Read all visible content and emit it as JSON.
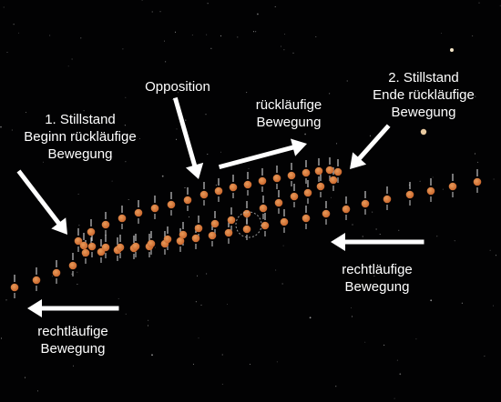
{
  "labels": {
    "first_station": [
      "1. Stillstand",
      "Beginn rückläufige",
      "Bewegung"
    ],
    "opposition": "Opposition",
    "retrograde": [
      "rückläufige",
      "Bewegung"
    ],
    "second_station": [
      "2. Stillstand",
      "Ende rückläufige",
      "Bewegung"
    ],
    "prograde_right": [
      "rechtläufige",
      "Bewegung"
    ],
    "prograde_left": [
      "rechtläufige",
      "Bewegung"
    ]
  },
  "colors": {
    "background": "#020203",
    "arrow": "#ffffff",
    "planet": "#c8642a",
    "planet_highlight": "#e89a5a",
    "tick": "#e8e8e8",
    "star": "#ffffff"
  },
  "icons": {
    "planet": "mars-disc-icon",
    "arrow": "white-arrow-icon"
  }
}
